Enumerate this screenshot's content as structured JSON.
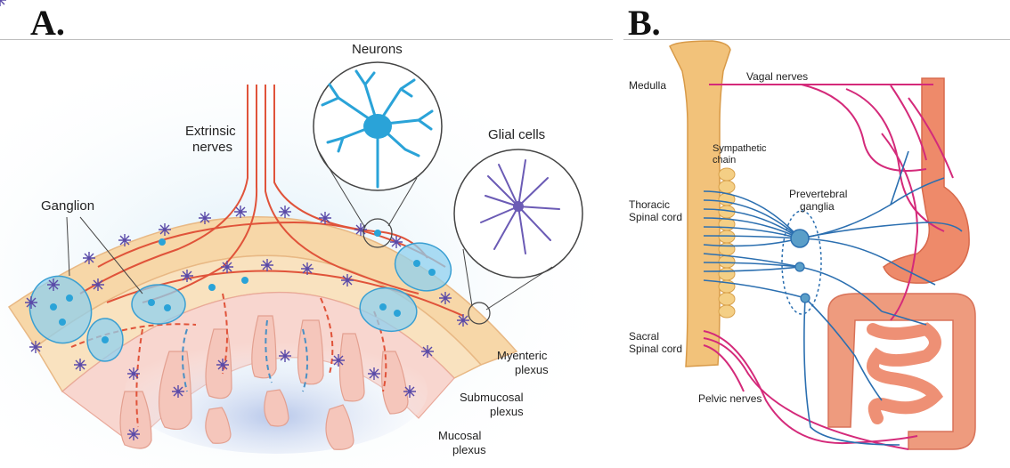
{
  "panel_a": {
    "letter": "A.",
    "labels": {
      "neurons": "Neurons",
      "extrinsic_1": "Extrinsic",
      "extrinsic_2": "nerves",
      "glial": "Glial cells",
      "ganglion": "Ganglion",
      "myenteric_1": "Myenteric",
      "myenteric_2": "plexus",
      "submucosal_1": "Submucosal",
      "submucosal_2": "plexus",
      "mucosal_1": "Mucosal",
      "mucosal_2": "plexus"
    }
  },
  "panel_b": {
    "letter": "B.",
    "labels": {
      "medulla": "Medulla",
      "vagal": "Vagal nerves",
      "sympathetic_1": "Sympathetic",
      "sympathetic_2": "chain",
      "thoracic_1": "Thoracic",
      "thoracic_2": "Spinal cord",
      "prevertebral_1": "Prevertebral",
      "prevertebral_2": "ganglia",
      "sacral_1": "Sacral",
      "sacral_2": "Spinal cord",
      "pelvic": "Pelvic nerves"
    }
  },
  "colors": {
    "neuron_blue": "#2aa3d8",
    "glial_purple": "#6b5bb5",
    "nerve_red": "#e0533a",
    "vagal_magenta": "#d42a7a",
    "sympathetic_blue": "#2b6fb0",
    "spine_tan": "#f2c27a",
    "gut_salmon": "#ee8a6a"
  }
}
